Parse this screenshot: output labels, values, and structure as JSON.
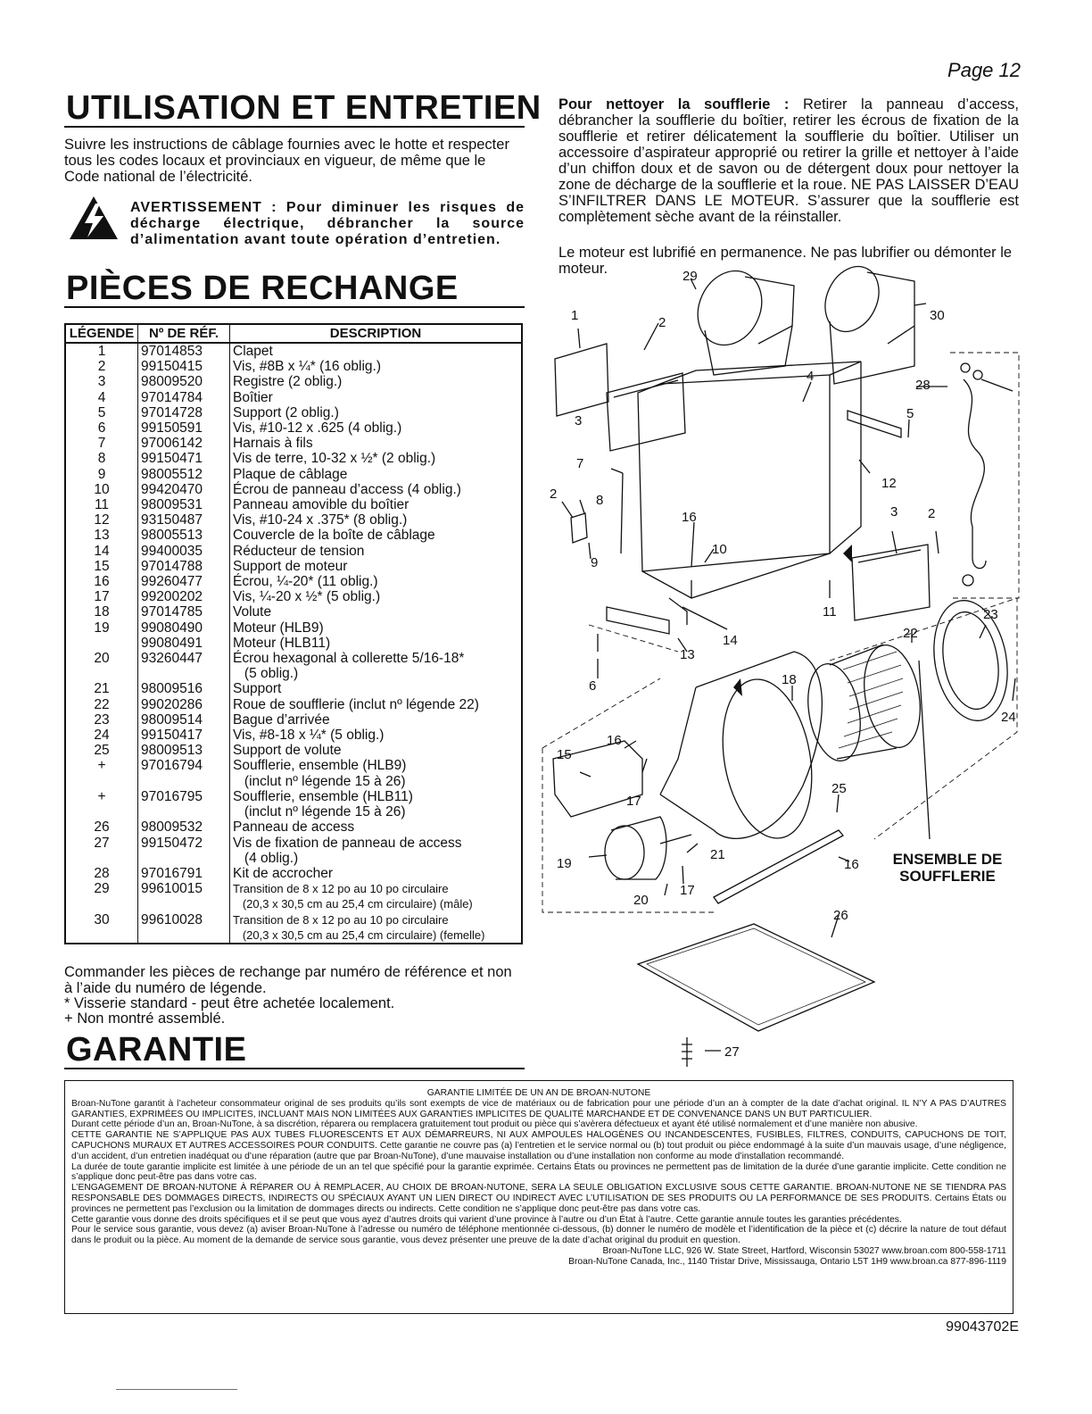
{
  "page_number": "Page 12",
  "section1": {
    "title": "UTILISATION ET ENTRETIEN",
    "intro": "Suivre les instructions de câblage fournies avec le hotte et respecter tous les codes locaux et provinciaux en vigueur, de même que le Code national de l’électricité.",
    "warning": "AVERTISSEMENT : Pour diminuer les risques de décharge électrique, débrancher la source d’alimentation avant toute opération d’entretien."
  },
  "cleaning": {
    "lead": "Pour nettoyer la soufflerie :",
    "text": "Retirer la panneau d’access, débrancher la soufflerie du boîtier, retirer les écrous de fixation de la soufflerie et retirer délicatement la soufflerie du boîtier. Utiliser un accessoire d’aspirateur approprié ou retirer la grille et nettoyer à l’aide d’un chiffon doux et de savon ou de détergent doux pour nettoyer la zone de décharge de la soufflerie et la roue. NE PAS LAISSER D’EAU S’INFILTRER DANS LE MOTEUR. S’assurer que la soufflerie est complètement sèche avant de la réinstaller.",
    "motor": "Le moteur est lubrifié en permanence. Ne pas lubrifier ou démonter le moteur."
  },
  "section2": {
    "title": "PIÈCES DE RECHANGE",
    "headers": [
      "LÉGENDE",
      "Nº DE RÉF.",
      "DESCRIPTION"
    ],
    "rows": [
      [
        "1",
        "97014853",
        "Clapet"
      ],
      [
        "2",
        "99150415",
        "Vis, #8B x ¼* (16 oblig.)"
      ],
      [
        "3",
        "98009520",
        "Registre (2 oblig.)"
      ],
      [
        "4",
        "97014784",
        "Boîtier"
      ],
      [
        "5",
        "97014728",
        "Support (2 oblig.)"
      ],
      [
        "6",
        "99150591",
        "Vis, #10-12 x .625 (4 oblig.)"
      ],
      [
        "7",
        "97006142",
        "Harnais à fils"
      ],
      [
        "8",
        "99150471",
        "Vis de terre, 10-32 x ½* (2 oblig.)"
      ],
      [
        "9",
        "98005512",
        "Plaque de câblage"
      ],
      [
        "10",
        "99420470",
        "Écrou de panneau d’access (4 oblig.)"
      ],
      [
        "11",
        "98009531",
        "Panneau amovible du boîtier"
      ],
      [
        "12",
        "93150487",
        "Vis, #10-24 x .375* (8 oblig.)"
      ],
      [
        "13",
        "98005513",
        "Couvercle de la boîte de câblage"
      ],
      [
        "14",
        "99400035",
        "Réducteur de tension"
      ],
      [
        "15",
        "97014788",
        "Support de moteur"
      ],
      [
        "16",
        "99260477",
        "Écrou, ¼-20* (11 oblig.)"
      ],
      [
        "17",
        "99200202",
        "Vis, ¼-20 x ½* (5 oblig.)"
      ],
      [
        "18",
        "97014785",
        "Volute"
      ],
      [
        "19",
        "99080490",
        "Moteur (HLB9)"
      ],
      [
        "",
        "99080491",
        "Moteur (HLB11)"
      ],
      [
        "20",
        "93260447",
        "Écrou hexagonal à collerette 5/16-18*"
      ],
      [
        "",
        "",
        "   (5 oblig.)"
      ],
      [
        "21",
        "98009516",
        "Support"
      ],
      [
        "22",
        "99020286",
        "Roue de soufflerie (inclut nº légende 22)"
      ],
      [
        "23",
        "98009514",
        "Bague d’arrivée"
      ],
      [
        "24",
        "99150417",
        "Vis, #8-18 x ¼* (5 oblig.)"
      ],
      [
        "25",
        "98009513",
        "Support de volute"
      ],
      [
        "+",
        "97016794",
        "Soufflerie, ensemble (HLB9)"
      ],
      [
        "",
        "",
        "   (inclut nº légende 15 à 26)"
      ],
      [
        "+",
        "97016795",
        "Soufflerie, ensemble (HLB11)"
      ],
      [
        "",
        "",
        "   (inclut nº légende 15 à 26)"
      ],
      [
        "26",
        "98009532",
        "Panneau de access"
      ],
      [
        "27",
        "99150472",
        "Vis de fixation de panneau de access"
      ],
      [
        "",
        "",
        "   (4 oblig.)"
      ],
      [
        "28",
        "97016791",
        "Kit de accrocher"
      ],
      [
        "29",
        "99610015",
        "Transition de 8 x 12 po au 10 po circulaire"
      ],
      [
        "",
        "",
        "   (20,3 x 30,5 cm au 25,4 cm circulaire) (mâle)"
      ],
      [
        "30",
        "99610028",
        "Transition de 8 x 12 po au 10 po circulaire"
      ],
      [
        "",
        "",
        "   (20,3 x 30,5 cm au 25,4 cm circulaire) (femelle)"
      ]
    ],
    "notes": [
      "Commander les pièces de rechange par numéro de référence et non à l’aide du numéro de légende.",
      "* Visserie standard - peut être achetée localement.",
      "+ Non montré assemblé."
    ]
  },
  "diagram": {
    "callouts": [
      "1",
      "2",
      "29",
      "30",
      "4",
      "28",
      "3",
      "5",
      "7",
      "12",
      "2",
      "8",
      "16",
      "3",
      "2",
      "10",
      "9",
      "11",
      "23",
      "14",
      "22",
      "13",
      "6",
      "18",
      "24",
      "16",
      "15",
      "17",
      "25",
      "19",
      "21",
      "16",
      "20",
      "17",
      "26",
      "27"
    ],
    "assembly_label": [
      "ENSEMBLE DE",
      "SOUFFLERIE"
    ]
  },
  "section3": {
    "title": "GARANTIE",
    "warranty_title": "GARANTIE LIMITÉE DE UN AN DE BROAN-NUTONE",
    "paragraphs": [
      "Broan-NuTone garantit à l’acheteur consommateur original de ses produits qu’ils sont exempts de vice de matériaux ou de fabrication pour une période d’un an à compter de la date d’achat original. IL N’Y A PAS D’AUTRES GARANTIES, EXPRIMÉES OU IMPLICITES, INCLUANT MAIS NON LIMITÉES AUX GARANTIES IMPLICITES DE QUALITÉ MARCHANDE ET DE CONVENANCE DANS UN BUT PARTICULIER.",
      "Durant cette période d’un an, Broan-NuTone, à sa discrétion, réparera ou remplacera gratuitement tout produit ou pièce qui s’avèrera défectueux et ayant été utilisé normalement et d’une manière non abusive.",
      "CETTE GARANTIE NE S’APPLIQUE PAS AUX TUBES FLUORESCENTS ET AUX DÉMARREURS, NI AUX AMPOULES HALOGÈNES OU INCANDESCENTES, FUSIBLES, FILTRES, CONDUITS, CAPUCHONS DE TOIT, CAPUCHONS MURAUX ET AUTRES ACCESSOIRES POUR CONDUITS. Cette garantie ne couvre pas (a) l’entretien et le service normal ou (b) tout produit ou pièce endommagé à la suite d’un mauvais usage, d’une négligence, d’un accident, d’un entretien inadéquat ou d’une réparation (autre que par Broan-NuTone), d’une mauvaise installation ou d’une installation non conforme au mode d’installation recommandé.",
      "La durée de toute garantie implicite est limitée à une période de un an tel que spécifié pour la garantie exprimée. Certains États ou provinces ne permettent pas de limitation de la durée d’une garantie implicite. Cette condition ne s’applique donc peut-être pas dans votre cas.",
      "L’ENGAGEMENT DE BROAN-NUTONE À RÉPARER OU À REMPLACER, AU CHOIX DE BROAN-NUTONE, SERA LA SEULE OBLIGATION EXCLUSIVE SOUS CETTE GARANTIE. BROAN-NUTONE NE SE TIENDRA PAS RESPONSABLE DES DOMMAGES DIRECTS, INDIRECTS OU SPÉCIAUX AYANT UN LIEN DIRECT OU INDIRECT AVEC L’UTILISATION DE SES PRODUITS OU LA PERFORMANCE DE SES PRODUITS. Certains États ou provinces ne permettent pas l’exclusion ou la limitation de dommages directs ou indirects. Cette condition ne s’applique donc peut-être pas dans votre cas.",
      "Cette garantie vous donne des droits spécifiques et il se peut que vous ayez d’autres droits qui varient d’une province à l’autre ou d’un État à l’autre. Cette garantie annule toutes les garanties précédentes.",
      "Pour le service sous garantie, vous devez (a) aviser Broan-NuTone à l’adresse ou numéro de téléphone mentionnée ci-dessous, (b) donner le numéro de modèle et l’identification de la pièce et (c) décrire la nature de tout défaut dans le produit ou la pièce. Au moment de la demande de service sous garantie, vous devez présenter une preuve de la date d’achat original du produit en question."
    ],
    "address_us": "Broan-NuTone LLC, 926 W. State Street, Hartford, Wisconsin 53027   www.broan.com   800-558-1711",
    "address_ca": "Broan-NuTone Canada, Inc., 1140 Tristar Drive, Mississauga, Ontario L5T 1H9   www.broan.ca   877-896-1119"
  },
  "doc_number": "99043702E"
}
